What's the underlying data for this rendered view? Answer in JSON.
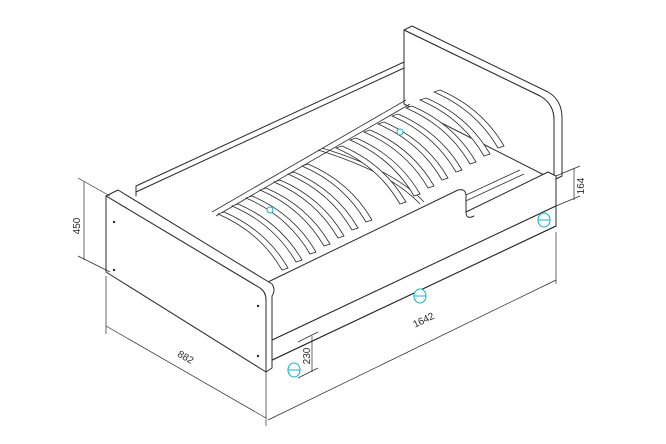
{
  "drawing": {
    "colors": {
      "line": "#2b2b2b",
      "caster": "#19b3c8",
      "background": "#ffffff"
    },
    "dimensions": {
      "height": "450",
      "width": "882",
      "length": "1642",
      "drawer_height": "230",
      "side_height": "164"
    }
  }
}
